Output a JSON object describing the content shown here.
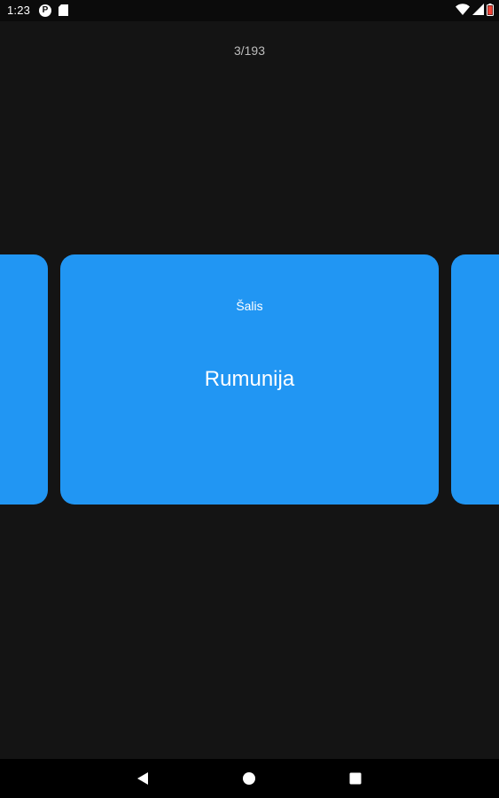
{
  "status_bar": {
    "time": "1:23",
    "icons": [
      "p-notification-icon",
      "sd-card-icon",
      "wifi-icon",
      "cell-signal-icon",
      "battery-low-icon"
    ]
  },
  "counter": "3/193",
  "card": {
    "category": "Šalis",
    "term": "Rumunija"
  },
  "colors": {
    "background": "#141414",
    "card": "#2196f3",
    "text": "#ffffff",
    "battery_alert": "#f44336"
  },
  "nav_bar": {
    "buttons": [
      "back-icon",
      "home-icon",
      "recents-icon"
    ]
  }
}
